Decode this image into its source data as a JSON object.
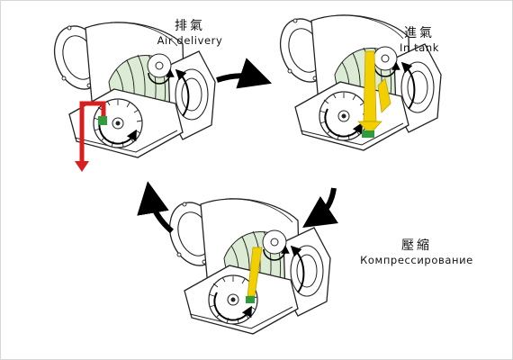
{
  "stages": [
    {
      "id": "exhaust",
      "title_cn": "排氣",
      "title_en": "Air delivery"
    },
    {
      "id": "intake",
      "title_cn": "進氣",
      "title_en": "In tank"
    },
    {
      "id": "compress",
      "title_cn": "壓縮",
      "title_en": "Компрессирование"
    }
  ],
  "colors": {
    "rotor_fill": "#dcebd3",
    "air_flow_intake": "#f2cf00",
    "air_flow_exhaust": "#d81e1e",
    "valve": "#2e9c3a",
    "cycle_arrow": "#000000",
    "outline": "#222222"
  },
  "icons": [
    "screw-compressor-icon",
    "cycle-arrow-icon",
    "air-flow-arrow-icon",
    "rotation-arrow-icon"
  ]
}
